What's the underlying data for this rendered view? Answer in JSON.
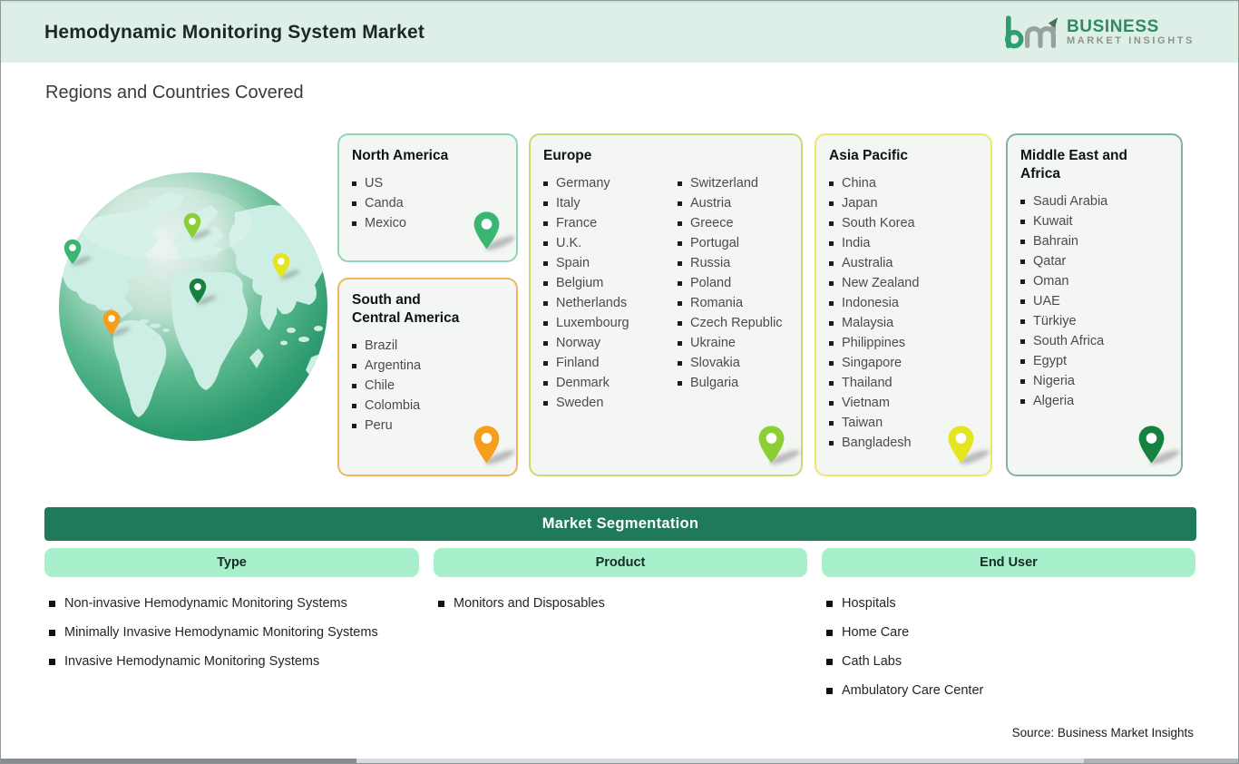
{
  "header": {
    "title": "Hemodynamic Monitoring System Market",
    "logo": {
      "mark": "bmi",
      "line1": "BUSINESS",
      "line2": "MARKET INSIGHTS"
    }
  },
  "section_title": "Regions and Countries Covered",
  "regions": [
    {
      "name": "North America",
      "border_color": "#8bd9b4",
      "pin_color": "#3ab572",
      "items": [
        "US",
        "Canda",
        "Mexico"
      ]
    },
    {
      "name": "South and Central America",
      "border_color": "#f3b45c",
      "pin_color": "#f59e1c",
      "items": [
        "Brazil",
        "Argentina",
        "Chile",
        "Colombia",
        "Peru"
      ]
    },
    {
      "name": "Europe",
      "border_color": "#c2dd70",
      "pin_color": "#8ccf35",
      "items_col1": [
        "Germany",
        "Italy",
        "France",
        "U.K.",
        "Spain",
        "Belgium",
        "Netherlands",
        "Luxembourg",
        "Norway",
        "Finland",
        "Denmark",
        "Sweden"
      ],
      "items_col2": [
        "Switzerland",
        "Austria",
        "Greece",
        "Portugal",
        "Russia",
        "Poland",
        "Romania",
        "Czech Republic",
        "Ukraine",
        "Slovakia",
        "Bulgaria"
      ]
    },
    {
      "name": "Asia Pacific",
      "border_color": "#ebe76e",
      "pin_color": "#e4e41f",
      "items": [
        "China",
        "Japan",
        "South Korea",
        "India",
        "Australia",
        "New Zealand",
        "Indonesia",
        "Malaysia",
        "Philippines",
        "Singapore",
        "Thailand",
        "Vietnam",
        "Taiwan",
        "Bangladesh"
      ]
    },
    {
      "name": "Middle East and Africa",
      "border_color": "#84b2a0",
      "pin_color": "#15833f",
      "items": [
        "Saudi Arabia",
        "Kuwait",
        "Bahrain",
        "Qatar",
        "Oman",
        "UAE",
        "Türkiye",
        "South Africa",
        "Egypt",
        "Nigeria",
        "Algeria"
      ]
    }
  ],
  "segmentation": {
    "title": "Market Segmentation",
    "columns": [
      {
        "header": "Type",
        "items": [
          "Non-invasive Hemodynamic Monitoring Systems",
          "Minimally Invasive Hemodynamic Monitoring Systems",
          "Invasive Hemodynamic Monitoring Systems"
        ]
      },
      {
        "header": "Product",
        "items": [
          "Monitors and Disposables"
        ]
      },
      {
        "header": "End User",
        "items": [
          "Hospitals",
          "Home Care",
          "Cath Labs",
          "Ambulatory Care Center"
        ]
      }
    ]
  },
  "source": "Source: Business Market Insights",
  "colors": {
    "header_bg": "#ddefe6",
    "brand_green": "#2e8b63",
    "brand_gray": "#8d9390",
    "seg_bar_bg": "#1e7a58",
    "pill_bg": "#a8efcc",
    "card_bg": "#f4f6f4",
    "globe_sea_dark": "#1f8a61",
    "globe_land": "#cdeee4"
  }
}
